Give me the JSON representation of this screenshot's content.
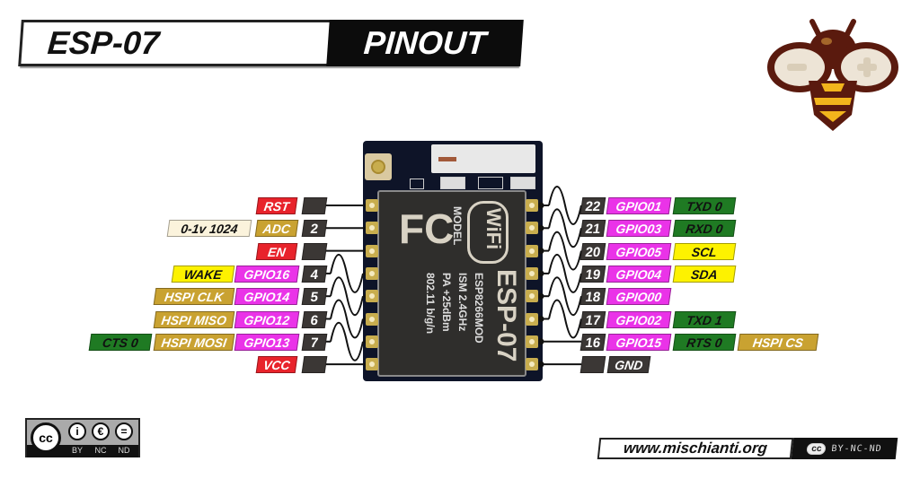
{
  "header": {
    "title": "ESP-07",
    "subtitle": "PINOUT"
  },
  "module": {
    "brand": "WiFi",
    "model_label": "MODEL",
    "model": "ESP8266MOD",
    "line1": "ISM 2.4GHz",
    "line2": "PA +25dBm",
    "line3": "802.11 b/g/n",
    "name": "ESP-07",
    "fcc": "FC"
  },
  "left_pins": [
    {
      "num": "",
      "name": "RST",
      "name_color": "red",
      "alt": [],
      "wave": false
    },
    {
      "num": "2",
      "name": "ADC",
      "name_color": "gold",
      "alt": [
        "0-1v 1024"
      ],
      "alt_colors": [
        "cream"
      ],
      "wave": false
    },
    {
      "num": "",
      "name": "EN",
      "name_color": "red",
      "alt": [],
      "wave": false
    },
    {
      "num": "4",
      "name": "GPIO16",
      "name_color": "magenta",
      "alt": [
        "WAKE"
      ],
      "alt_colors": [
        "yellow"
      ],
      "wave": true
    },
    {
      "num": "5",
      "name": "GPIO14",
      "name_color": "magenta",
      "alt": [
        "HSPI CLK"
      ],
      "alt_colors": [
        "gold"
      ],
      "wave": true
    },
    {
      "num": "6",
      "name": "GPIO12",
      "name_color": "magenta",
      "alt": [
        "HSPI MISO"
      ],
      "alt_colors": [
        "gold"
      ],
      "wave": true
    },
    {
      "num": "7",
      "name": "GPIO13",
      "name_color": "magenta",
      "alt": [
        "HSPI MOSI",
        "CTS 0"
      ],
      "alt_colors": [
        "gold",
        "green"
      ],
      "wave": true
    },
    {
      "num": "",
      "name": "VCC",
      "name_color": "red",
      "alt": [],
      "wave": false
    }
  ],
  "right_pins": [
    {
      "num": "22",
      "name": "GPIO01",
      "name_color": "magenta",
      "alt": [
        "TXD 0"
      ],
      "alt_colors": [
        "green"
      ],
      "wave": true
    },
    {
      "num": "21",
      "name": "GPIO03",
      "name_color": "magenta",
      "alt": [
        "RXD 0"
      ],
      "alt_colors": [
        "green"
      ],
      "wave": true
    },
    {
      "num": "20",
      "name": "GPIO05",
      "name_color": "magenta",
      "alt": [
        "SCL"
      ],
      "alt_colors": [
        "yellow"
      ],
      "wave": true
    },
    {
      "num": "19",
      "name": "GPIO04",
      "name_color": "magenta",
      "alt": [
        "SDA"
      ],
      "alt_colors": [
        "yellow"
      ],
      "wave": true
    },
    {
      "num": "18",
      "name": "GPIO00",
      "name_color": "magenta",
      "alt": [],
      "wave": true
    },
    {
      "num": "17",
      "name": "GPIO02",
      "name_color": "magenta",
      "alt": [
        "TXD 1"
      ],
      "alt_colors": [
        "green"
      ],
      "wave": true
    },
    {
      "num": "16",
      "name": "GPIO15",
      "name_color": "magenta",
      "alt": [
        "RTS 0",
        "HSPI CS"
      ],
      "alt_colors": [
        "green",
        "gold"
      ],
      "wave": false
    },
    {
      "num": "",
      "name": "GND",
      "name_color": "dark",
      "alt": [],
      "wave": false
    }
  ],
  "colors": {
    "red": "#e8232b",
    "gold": "#c9a231",
    "magenta": "#ea33e8",
    "yellow": "#fdf200",
    "green": "#1f7a23",
    "cream": "#fbf3dc",
    "dark": "#3b3735"
  },
  "footer": {
    "url": "www.mischianti.org",
    "cc_short": "cc",
    "license": "BY-NC-ND",
    "badge_labels": [
      "BY",
      "NC",
      "ND"
    ]
  }
}
